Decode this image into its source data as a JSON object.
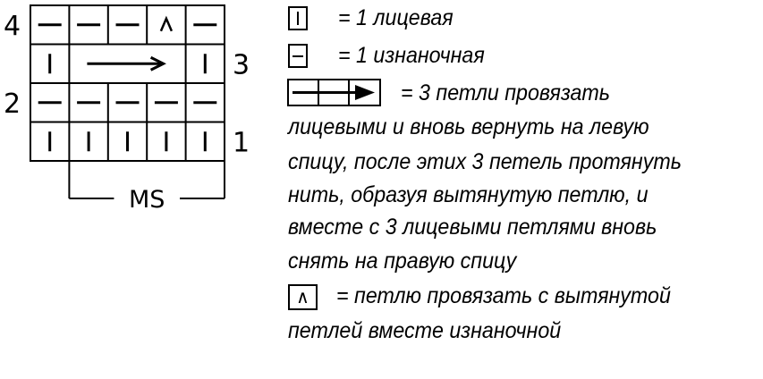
{
  "chart": {
    "row_labels": [
      "1",
      "2",
      "3",
      "4"
    ],
    "repeat_label": "MS",
    "rows": [
      [
        "knit",
        "knit",
        "knit",
        "knit",
        "knit"
      ],
      [
        "purl",
        "purl",
        "purl",
        "purl",
        "purl"
      ],
      [
        "knit",
        "arrow3",
        "arrow3",
        "arrow3",
        "knit"
      ],
      [
        "purl",
        "purl",
        "purl",
        "caret",
        "purl"
      ]
    ]
  },
  "legend": {
    "knit": "= 1 лицевая",
    "purl": "= 1 изнаночная",
    "arrow_lines": [
      "= 3 петли провязать",
      "лицевыми и вновь вернуть на левую",
      "спицу, после этих 3 петель протянуть",
      "нить, образуя вытянутую петлю, и",
      "вместе с 3 лицевыми петлями вновь",
      "снять на правую спицу"
    ],
    "caret_lines": [
      "= петлю провязать с вытянутой",
      "петлей вместе изнаночной"
    ]
  }
}
